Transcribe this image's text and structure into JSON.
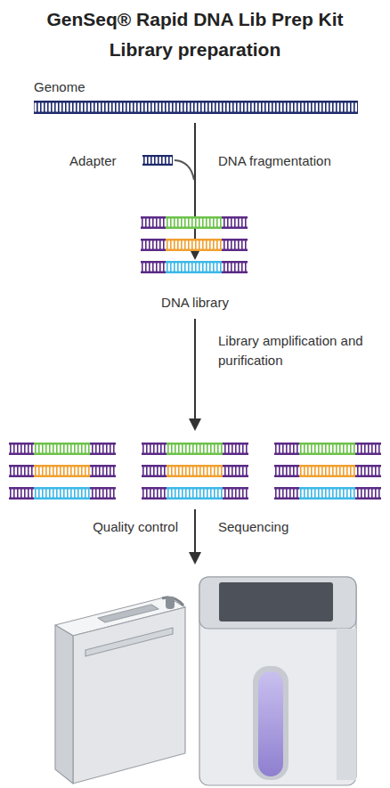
{
  "diagram": {
    "title": "GenSeq® Rapid DNA Lib Prep Kit",
    "labels": [
      "Library preparation",
      "Genome",
      "Adapter",
      "DNA fragmentation",
      "DNA library",
      "Library amplification and purification",
      "Quality control",
      "Sequencing"
    ]
  }
}
